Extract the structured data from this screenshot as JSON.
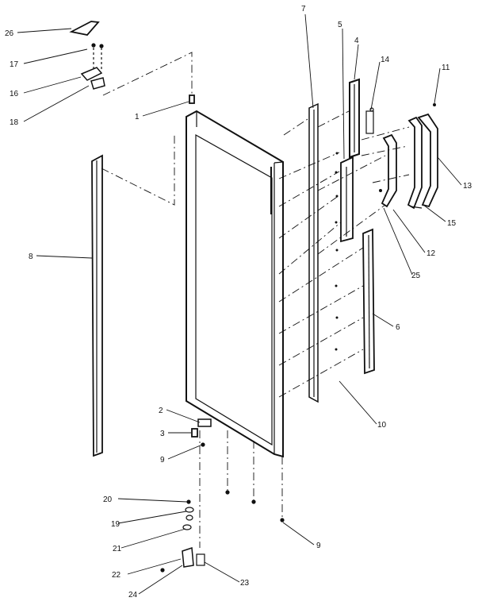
{
  "callouts": {
    "c1": "1",
    "c2": "2",
    "c3": "3",
    "c4": "4",
    "c5": "5",
    "c6": "6",
    "c7": "7",
    "c8": "8",
    "c9a": "9",
    "c9b": "9",
    "c10": "10",
    "c11": "11",
    "c12": "12",
    "c13": "13",
    "c14": "14",
    "c15": "15",
    "c16": "16",
    "c17": "17",
    "c18": "18",
    "c19": "19",
    "c20": "20",
    "c21": "21",
    "c22": "22",
    "c23": "23",
    "c24": "24",
    "c25": "25",
    "c26": "26"
  },
  "colors": {
    "ink": "#111111",
    "paper": "#ffffff"
  }
}
